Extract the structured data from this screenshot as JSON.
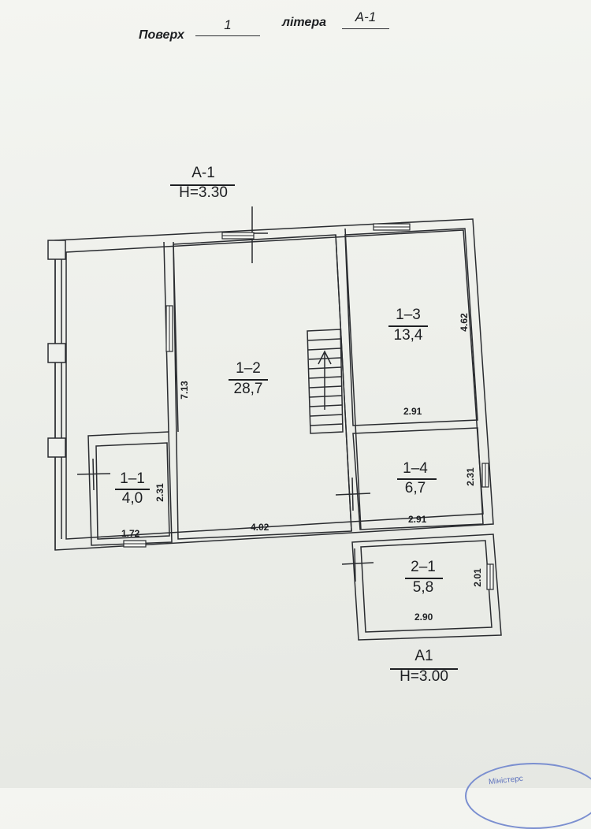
{
  "header": {
    "floor_label": "Поверх",
    "floor_value": "1",
    "litera_label": "літера",
    "litera_value": "А-1"
  },
  "plan": {
    "building_main": {
      "name": "А-1",
      "height": "Н=3.30"
    },
    "building_annex": {
      "name": "А1",
      "height": "Н=3.00"
    },
    "rooms": [
      {
        "id": "1–1",
        "area": "4,0",
        "width_dim": "1.72",
        "height_dim": "2.31"
      },
      {
        "id": "1–2",
        "area": "28,7",
        "width_dim": "4.02",
        "height_dim": "7.13"
      },
      {
        "id": "1–3",
        "area": "13,4",
        "width_dim": "2.91",
        "height_dim": "4.62"
      },
      {
        "id": "1–4",
        "area": "6,7",
        "width_dim": "2.91",
        "height_dim": "2.31"
      },
      {
        "id": "2–1",
        "area": "5,8",
        "width_dim": "2.90",
        "height_dim": "2.01"
      }
    ]
  },
  "stamp": {
    "text": "Міністерс"
  }
}
